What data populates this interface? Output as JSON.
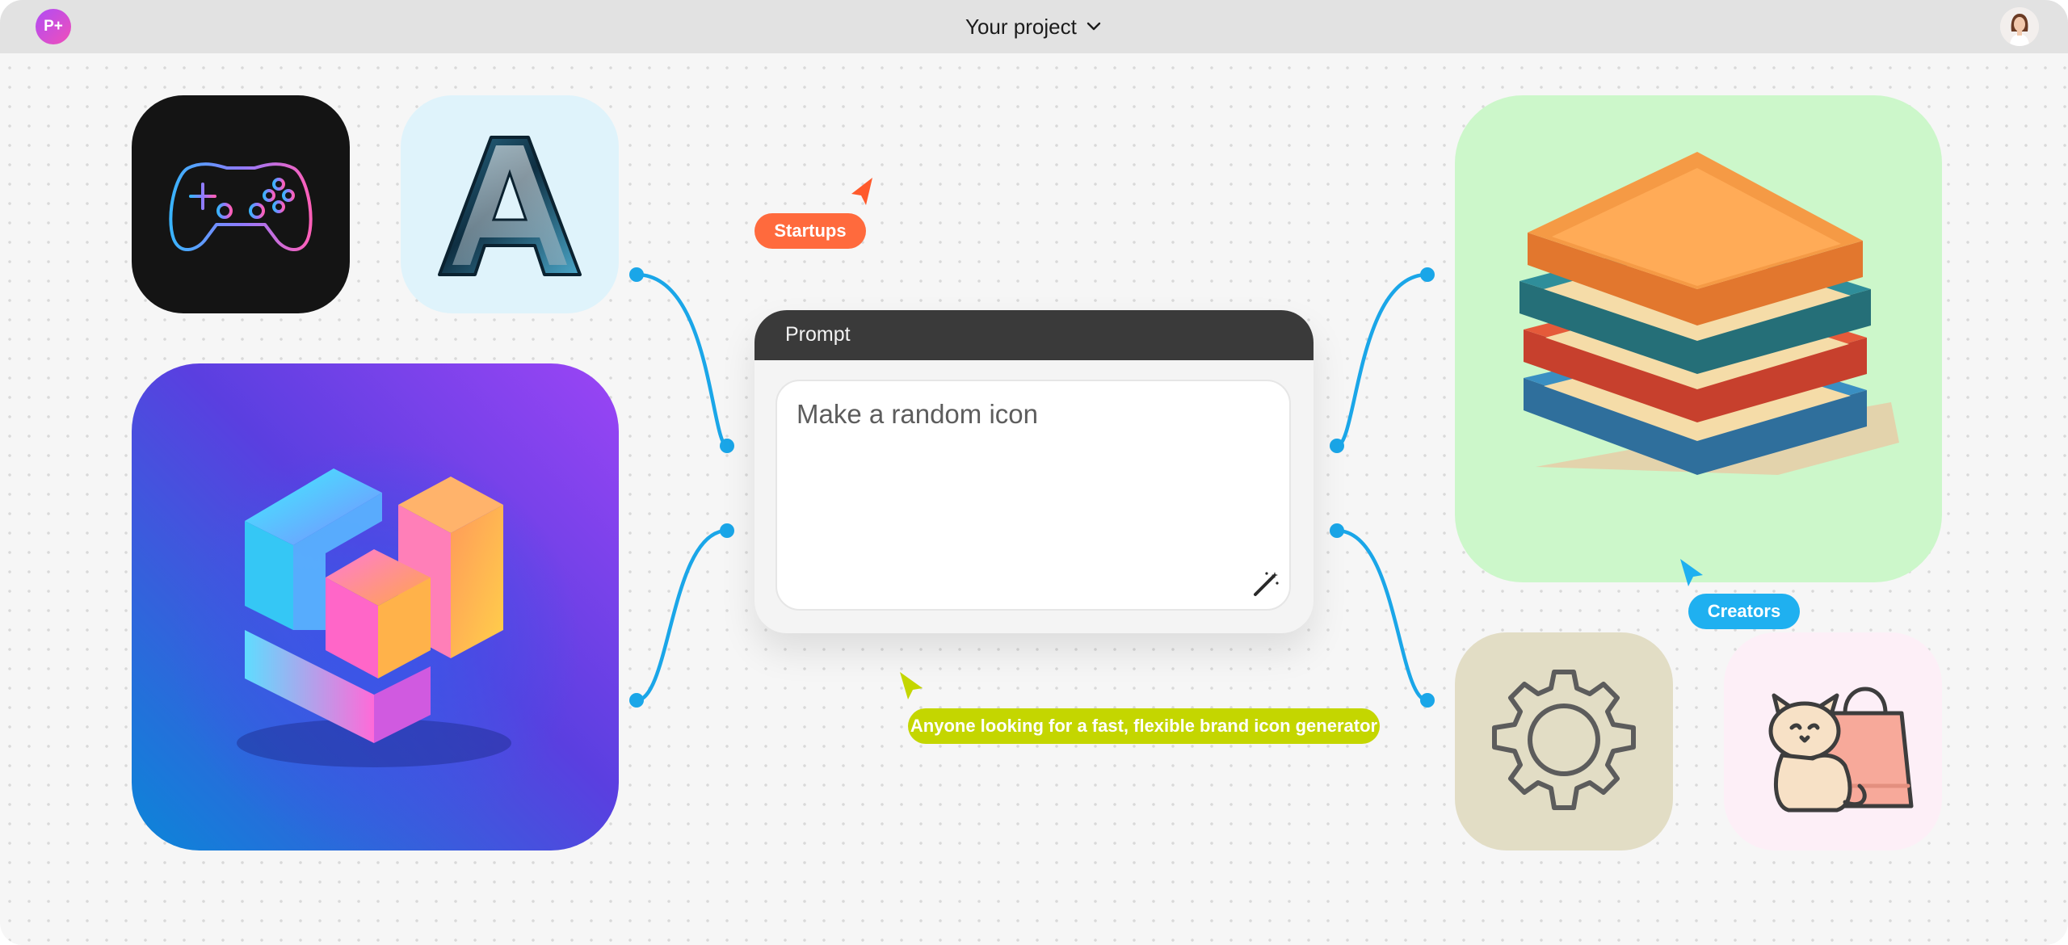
{
  "app": {
    "logo_text": "P+",
    "project_title": "Your project"
  },
  "prompt": {
    "header_label": "Prompt",
    "input_value": "Make a random icon"
  },
  "tags": {
    "startups": "Startups",
    "creators": "Creators",
    "anyone": "Anyone looking for a fast, flexible brand icon generator"
  },
  "colors": {
    "startups_tag": "#ff6a3d",
    "creators_tag": "#1fb0f0",
    "anyone_tag": "#c4d600",
    "connector": "#1aa6e8"
  },
  "icons": {
    "gamepad": "gamepad-icon",
    "letter_a": "letter-a-icon",
    "cube": "cube-logo-icon",
    "books": "books-icon",
    "gear": "gear-icon",
    "cat_bag": "cat-shopping-bag-icon"
  }
}
